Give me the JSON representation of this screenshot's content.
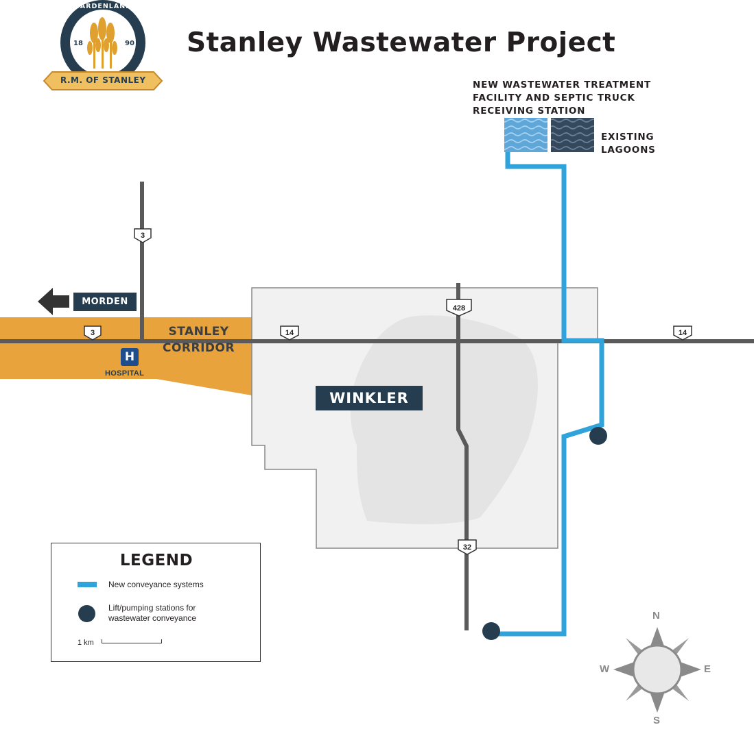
{
  "title": "Stanley Wastewater Project",
  "logo": {
    "ring_text": "GARDENLAND OF MANITOBA",
    "year_left": "18",
    "year_right": "90",
    "banner": "R.M. OF STANLEY"
  },
  "labels": {
    "facility_line1": "NEW WASTEWATER TREATMENT",
    "facility_line2": "FACILITY AND SEPTIC TRUCK",
    "facility_line3": "RECEIVING STATION",
    "lagoons_line1": "EXISTING",
    "lagoons_line2": "LAGOONS",
    "morden": "MORDEN",
    "stanley_line1": "STANLEY",
    "stanley_line2": "CORRIDOR",
    "hospital": "HOSPITAL",
    "hospital_icon": "H",
    "winkler": "WINKLER"
  },
  "highways": {
    "hwy3_north": "3",
    "hwy3_west": "3",
    "hwy14_west": "14",
    "hwy14_east": "14",
    "hwy428": "428",
    "hwy32": "32"
  },
  "legend": {
    "title": "LEGEND",
    "line_label": "New conveyance systems",
    "dot_label_line1": "Lift/pumping stations for",
    "dot_label_line2": "wastewater conveyance",
    "scale_label": "1 km"
  },
  "compass": {
    "n": "N",
    "s": "S",
    "e": "E",
    "w": "W"
  },
  "colors": {
    "conveyance": "#2fa3da",
    "station": "#253d4f",
    "corridor": "#e8a33d",
    "road": "#5a5a5a",
    "winkler_area": "#f1f1f1",
    "lagoon_new": "#5fa7d9",
    "lagoon_existing": "#34495d"
  },
  "icons": [
    "arrow-left-icon",
    "hospital-icon",
    "compass-rose-icon",
    "wheat-logo-icon",
    "highway-shield-icon"
  ]
}
